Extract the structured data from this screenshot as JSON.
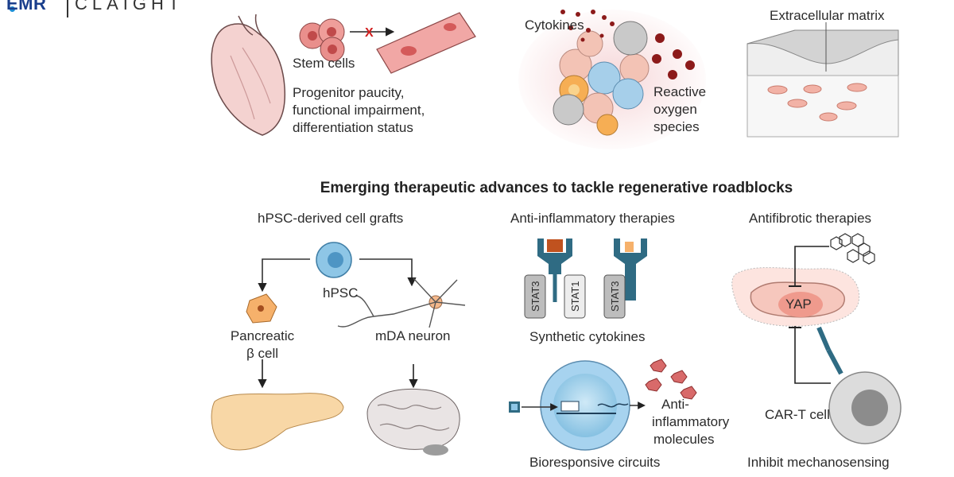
{
  "logo": {
    "primary": "EMR",
    "secondary": "CLAIGHT"
  },
  "top_row": {
    "stem_cells": "Stem cells",
    "progenitor_lines": [
      "Progenitor paucity,",
      "functional impairment,",
      "differentiation status"
    ],
    "cytokines": "Cytokines",
    "ros_lines": [
      "Reactive",
      "oxygen",
      "species"
    ],
    "ecm": "Extracellular matrix"
  },
  "heading": "Emerging therapeutic advances to tackle regenerative roadblocks",
  "grafts": {
    "title": "hPSC-derived cell grafts",
    "hpsc": "hPSC",
    "beta_lines": [
      "Pancreatic",
      "β cell"
    ],
    "neuron": "mDA neuron"
  },
  "anti_inflam": {
    "title": "Anti-inflammatory therapies",
    "stat3": "STAT3",
    "stat1": "STAT1",
    "synthetic": "Synthetic cytokines",
    "molecules_lines": [
      "Anti-",
      "inflammatory",
      "molecules"
    ],
    "circuits": "Bioresponsive circuits"
  },
  "antifibrotic": {
    "title": "Antifibrotic therapies",
    "yap": "YAP",
    "cart": "CAR-T cell",
    "inhibit": "Inhibit mechanosensing"
  },
  "colors": {
    "heart": "#f4d2d0",
    "stem": "#e98f8c",
    "ros": "#8c1a1a",
    "hpsc": "#8ec6e6",
    "beta": "#f6b16b",
    "receptor": "#2f6b83",
    "stat": "#bdbdbd",
    "cart": "#cfcfcf",
    "fibro": "#f6c7bd",
    "matrix": "#d9d9d9",
    "inhibit_x": "#d11f1f"
  }
}
